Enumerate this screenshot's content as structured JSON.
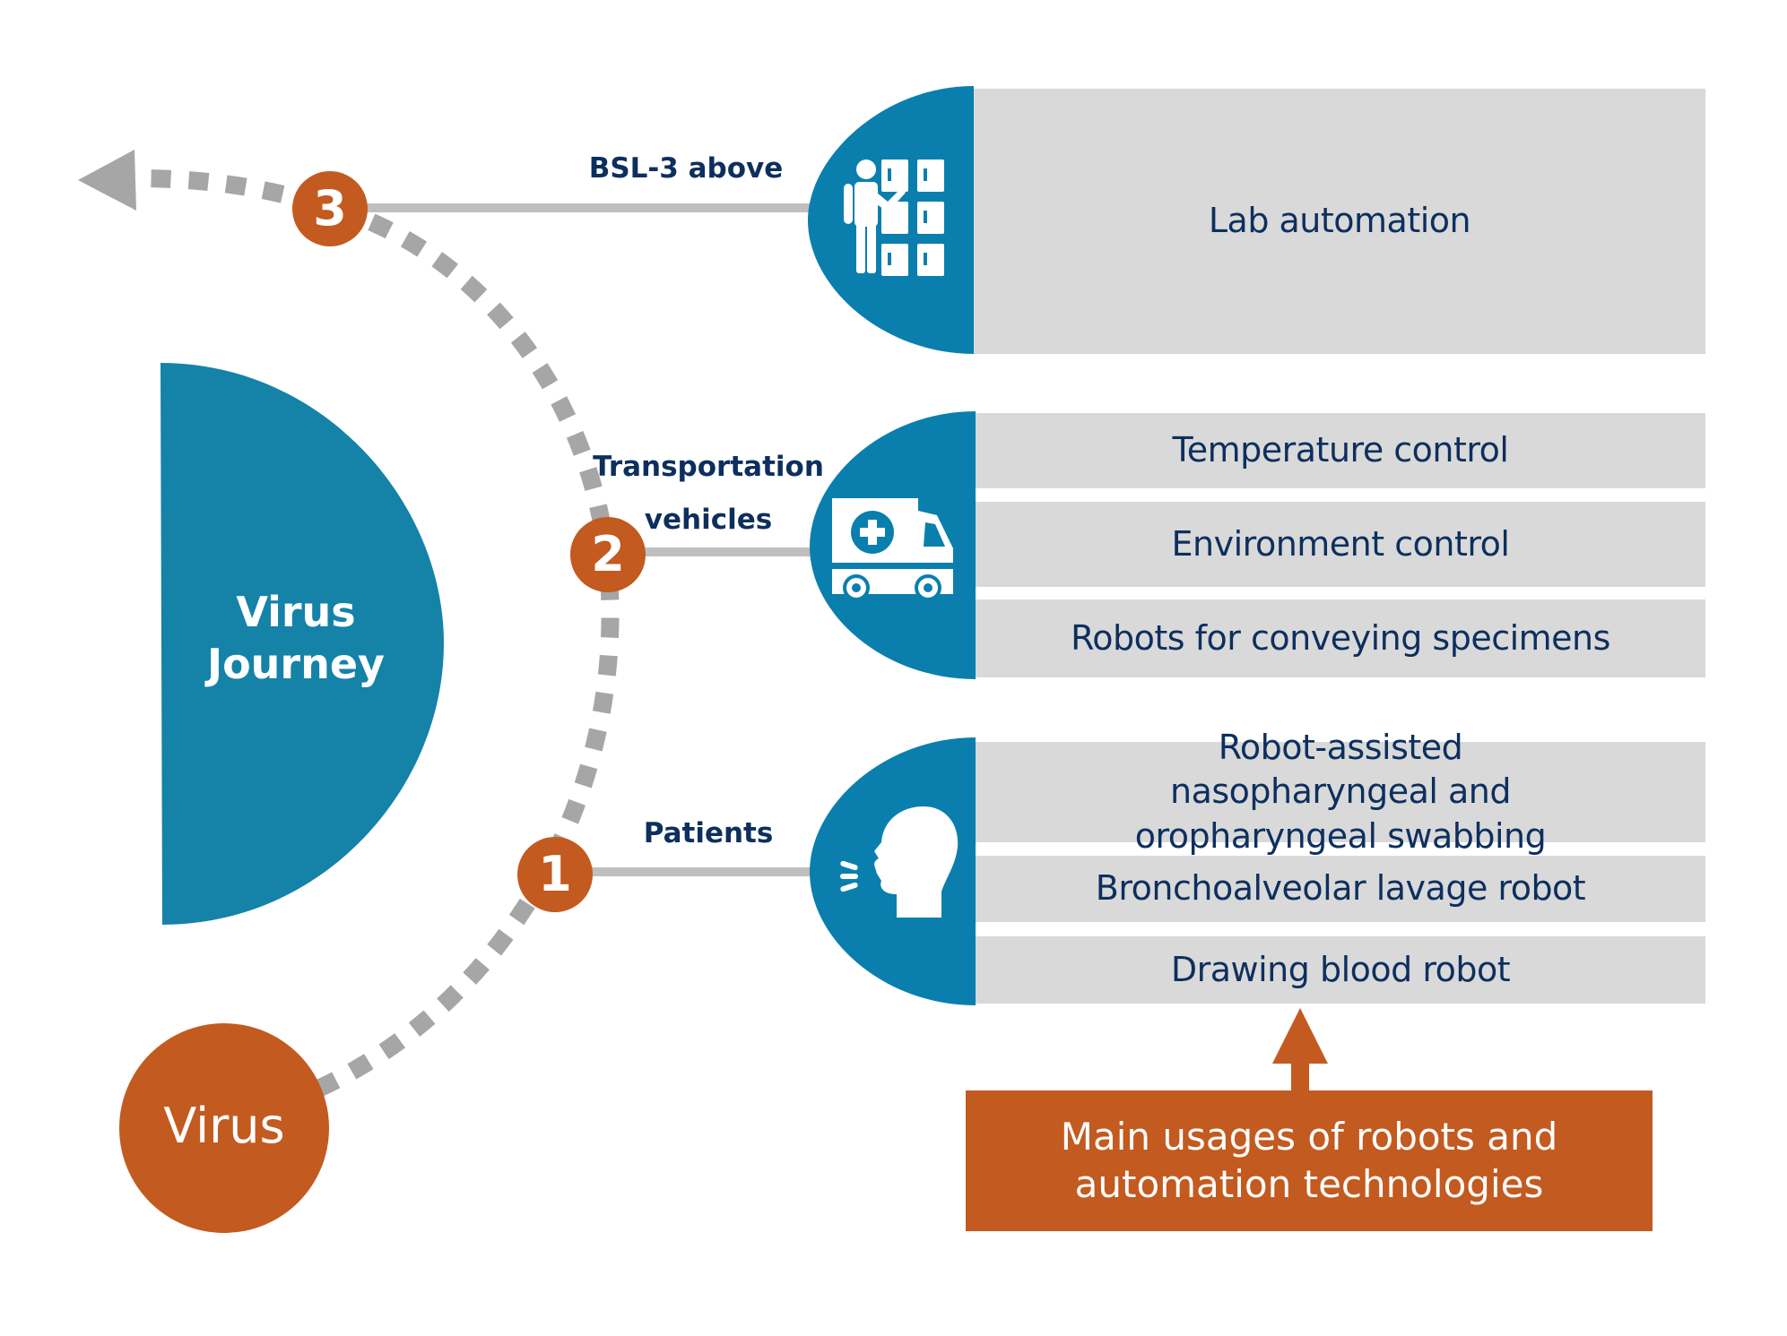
{
  "colors": {
    "blue": "#1582a8",
    "icon_blue": "#0a7fae",
    "orange": "#c35a1f",
    "gray_box": "#d9d9d9",
    "dash_gray": "#a6a6a6",
    "line_gray": "#bfbfbf",
    "navy_text": "#0d2f5e"
  },
  "center": {
    "title_line1": "Virus",
    "title_line2": "Journey"
  },
  "start": {
    "label": "Virus"
  },
  "stages": [
    {
      "number": "1",
      "label": "Patients",
      "icon": "patient-head-cough-icon",
      "items": [
        "Robot-assisted nasopharyngeal and oropharyngeal swabbing",
        "Bronchoalveolar lavage robot",
        "Drawing blood robot"
      ]
    },
    {
      "number": "2",
      "label_line1": "Transportation",
      "label_line2": "vehicles",
      "icon": "ambulance-icon",
      "items": [
        "Temperature control",
        "Environment control",
        "Robots for conveying specimens"
      ]
    },
    {
      "number": "3",
      "label": "BSL-3 above",
      "icon": "lab-worker-storage-icon",
      "items": [
        "Lab automation"
      ]
    }
  ],
  "footer": {
    "line1": "Main usages of robots and",
    "line2": "automation technologies"
  }
}
